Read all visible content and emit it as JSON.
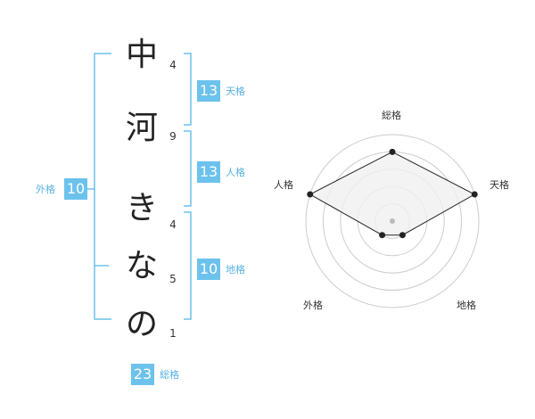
{
  "name": {
    "characters": [
      "中",
      "河",
      "き",
      "な",
      "の"
    ],
    "strokes": [
      "4",
      "9",
      "4",
      "5",
      "1"
    ]
  },
  "fortune": {
    "tenkaku": {
      "value": "13",
      "label": "天格"
    },
    "jinkaku": {
      "value": "13",
      "label": "人格"
    },
    "chikaku": {
      "value": "10",
      "label": "地格"
    },
    "gaikaku": {
      "value": "10",
      "label": "外格"
    },
    "soukaku": {
      "value": "23",
      "label": "総格"
    }
  },
  "radar": {
    "axes": [
      "総格",
      "天格",
      "地格",
      "外格",
      "人格"
    ],
    "levels": 5,
    "values": [
      4,
      5,
      1,
      1,
      5
    ],
    "max": 5,
    "colors": {
      "fill": "#f0f0f0",
      "stroke": "#222222",
      "grid": "#cccccc",
      "center": "#bbbbbb"
    }
  },
  "colors": {
    "accent": "#6cc2ec",
    "bracket": "#6cc2ec",
    "label": "#56b1e3"
  }
}
